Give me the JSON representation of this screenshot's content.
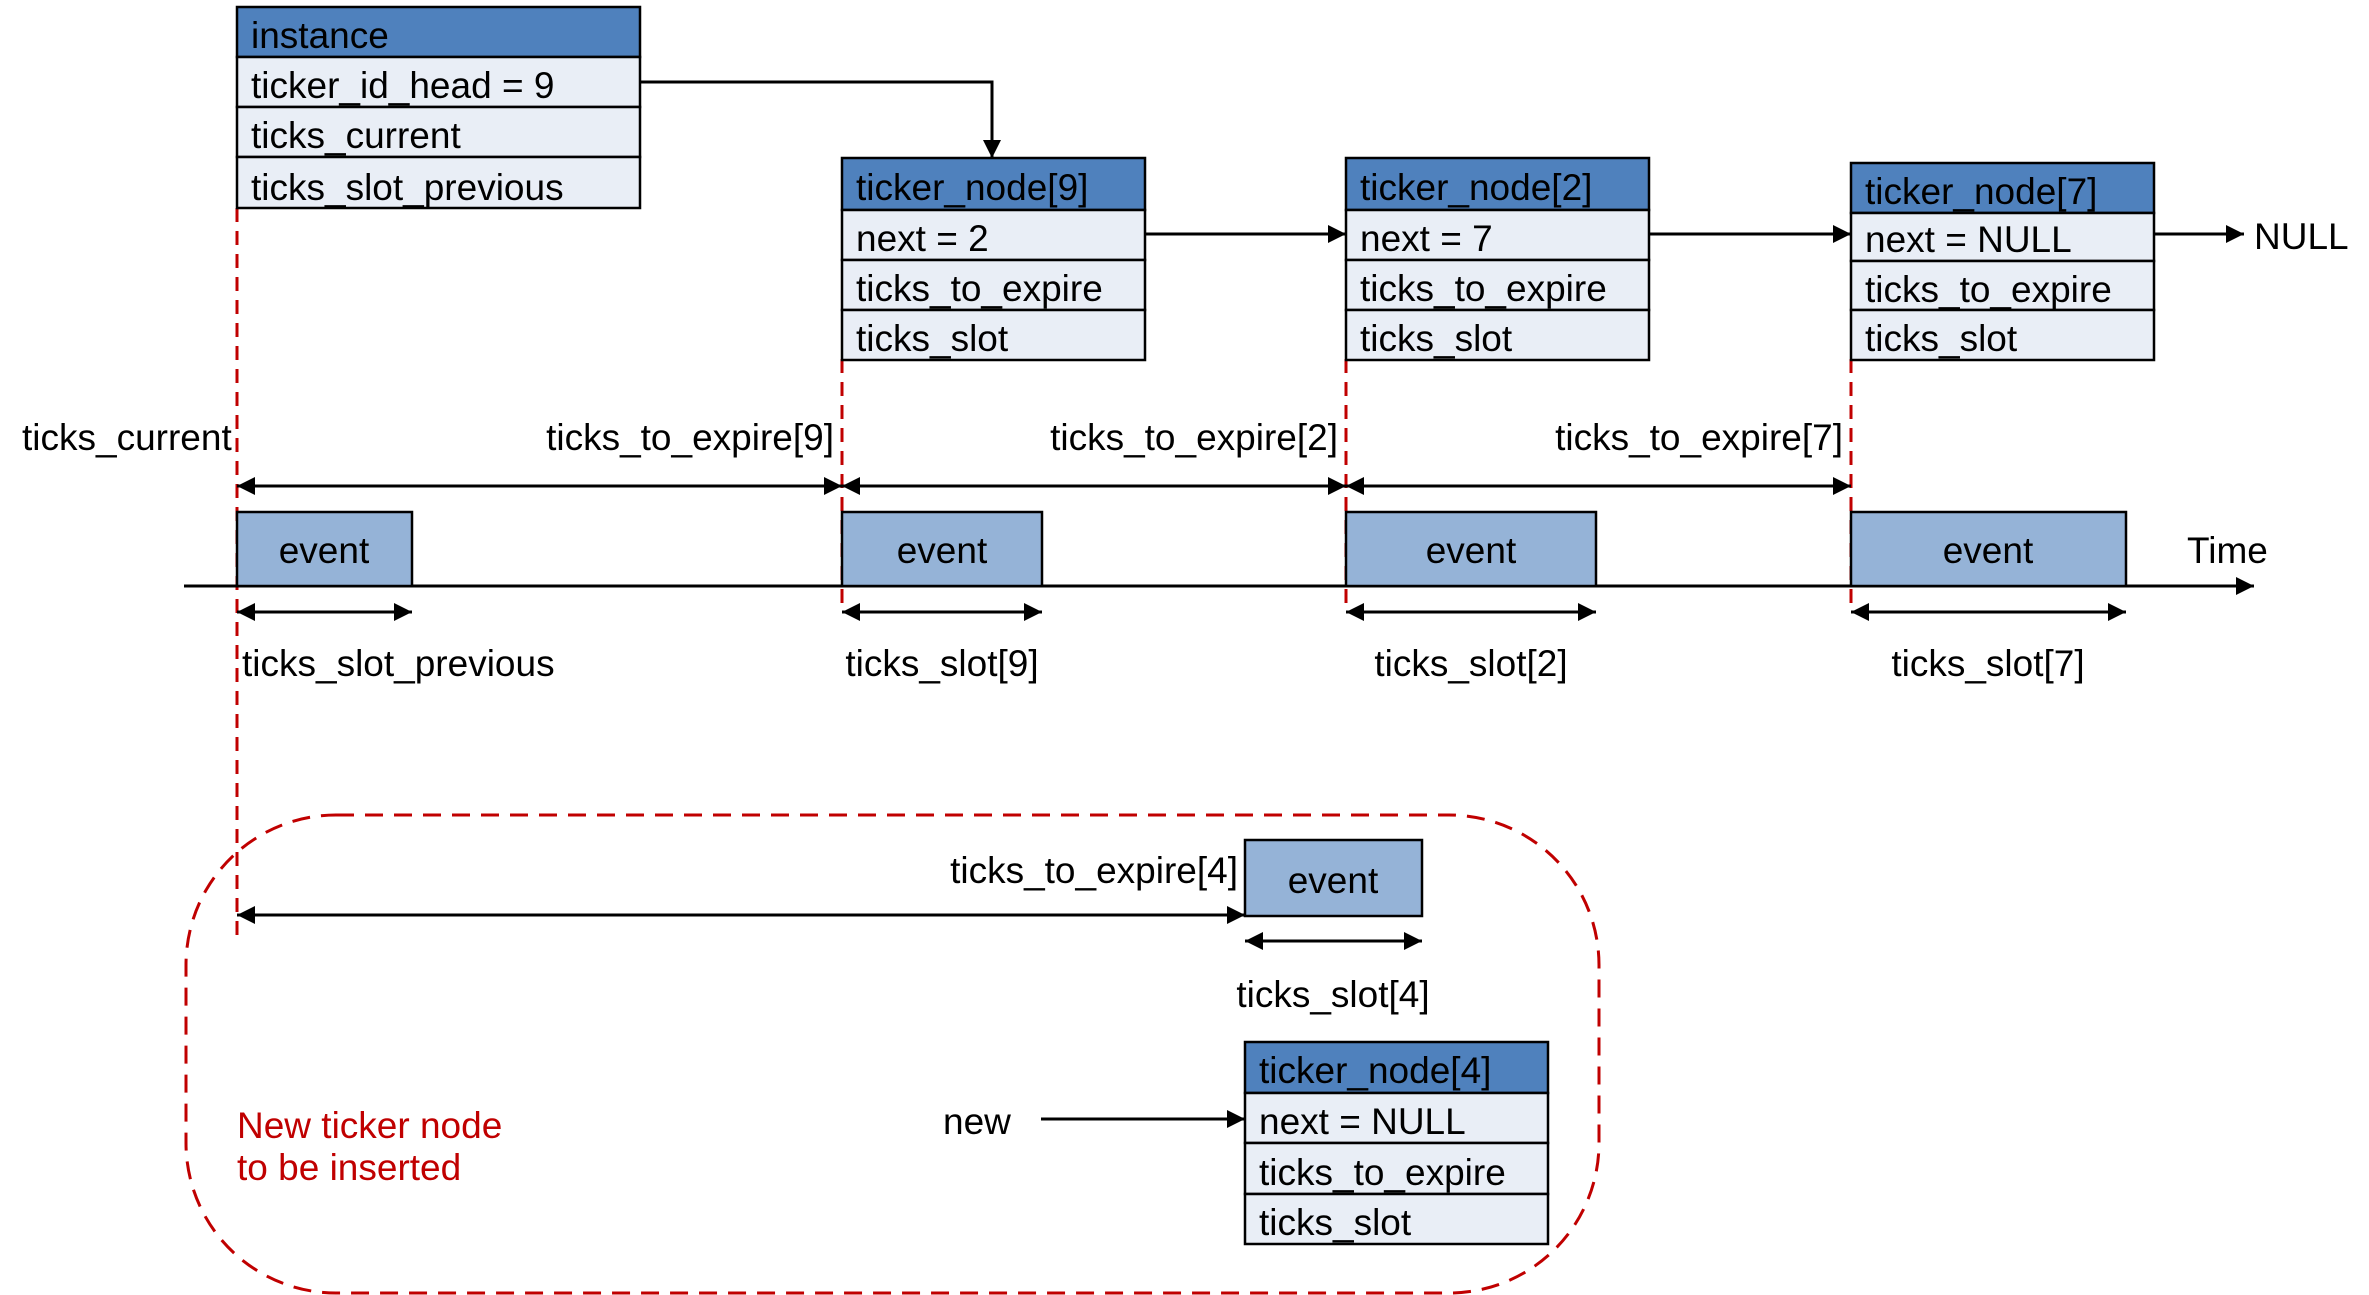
{
  "colors": {
    "header_fill": "#4f81bd",
    "field_fill": "#e9eef6",
    "event_fill": "#95b3d7",
    "marker_red": "#c00000",
    "line_black": "#000000"
  },
  "instance": {
    "title": "instance",
    "fields": [
      "ticker_id_head = 9",
      "ticks_current",
      "ticks_slot_previous"
    ]
  },
  "nodes": [
    {
      "title": "ticker_node[9]",
      "fields": [
        "next = 2",
        "ticks_to_expire",
        "ticks_slot"
      ]
    },
    {
      "title": "ticker_node[2]",
      "fields": [
        "next = 7",
        "ticks_to_expire",
        "ticks_slot"
      ]
    },
    {
      "title": "ticker_node[7]",
      "fields": [
        "next = NULL",
        "ticks_to_expire",
        "ticks_slot"
      ]
    }
  ],
  "null_label": "NULL",
  "timeline": {
    "ticks_current_label": "ticks_current",
    "expire_labels": [
      "ticks_to_expire[9]",
      "ticks_to_expire[2]",
      "ticks_to_expire[7]"
    ],
    "event_label": "event",
    "time_label": "Time",
    "slot_labels": [
      "ticks_slot_previous",
      "ticks_slot[9]",
      "ticks_slot[2]",
      "ticks_slot[7]"
    ]
  },
  "new_node_region": {
    "caption_line1": "New ticker node",
    "caption_line2": "to be inserted",
    "expire_label": "ticks_to_expire[4]",
    "event_label": "event",
    "slot_label": "ticks_slot[4]",
    "new_label": "new",
    "node": {
      "title": "ticker_node[4]",
      "fields": [
        "next = NULL",
        "ticks_to_expire",
        "ticks_slot"
      ]
    }
  }
}
